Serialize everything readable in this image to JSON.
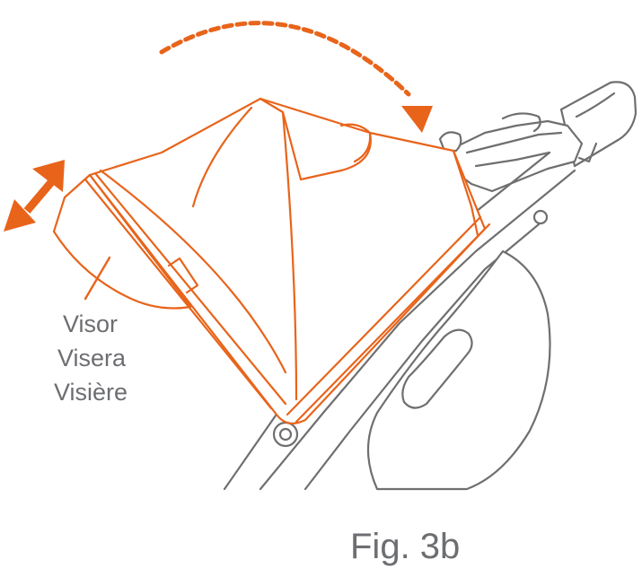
{
  "labels": {
    "visor_en": "Visor",
    "visor_es": "Visera",
    "visor_fr": "Visière"
  },
  "figure": {
    "caption": "Fig. 3b"
  },
  "colors": {
    "accent": "#e8641b",
    "line": "#6f6f6f",
    "text": "#6d6e71"
  }
}
